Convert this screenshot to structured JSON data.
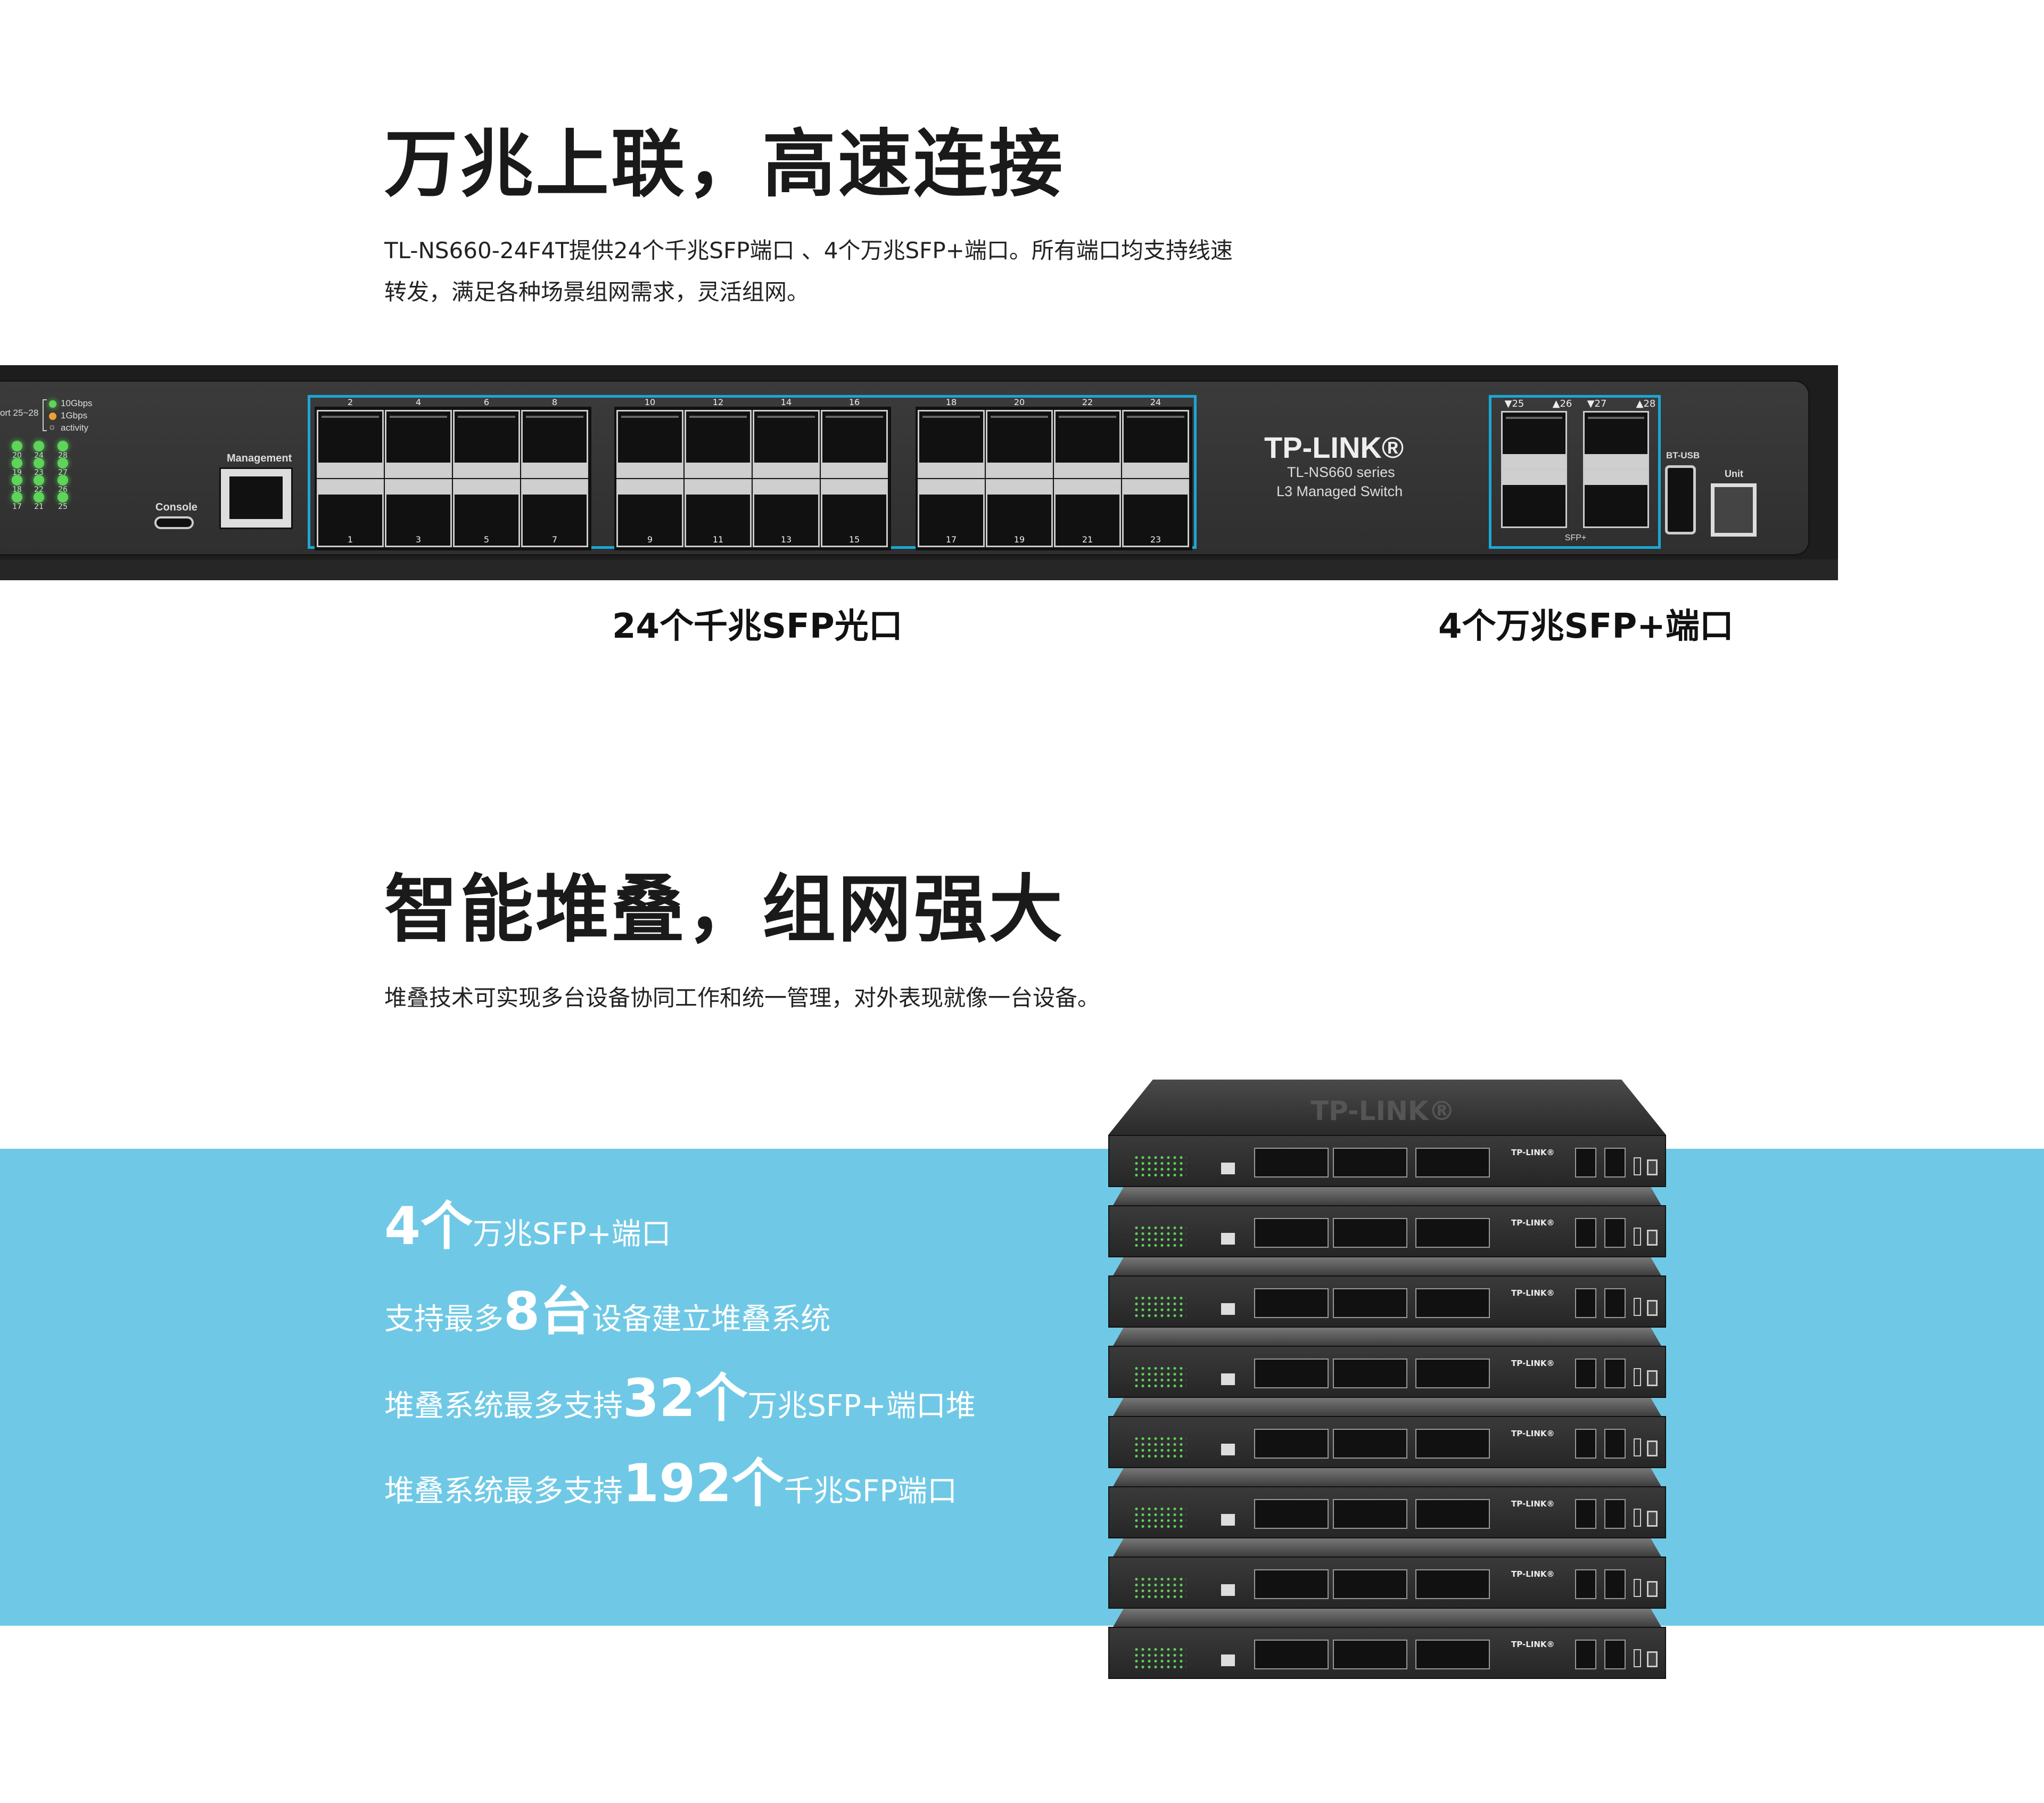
{
  "section1": {
    "title": "万兆上联，高速连接",
    "paragraph": [
      "TL-NS660-24F4T提供24个千兆SFP端口 、4个万兆SFP+端口。所有端口均支持线速",
      "转发，满足各种场景组网需求，灵活组网。"
    ],
    "label_sfp": "24个千兆SFP光口",
    "label_sfpplus": "4个万兆SFP+端口"
  },
  "switch": {
    "legend_port": "ort 25~28",
    "legend": [
      "10Gbps",
      "1Gbps",
      "activity"
    ],
    "led_numbers": [
      [
        "20",
        "24",
        "28"
      ],
      [
        "19",
        "23",
        "27"
      ],
      [
        "18",
        "22",
        "26"
      ],
      [
        "17",
        "21",
        "25"
      ]
    ],
    "console": "Console",
    "management": "Management",
    "brand": "TP-LINK®",
    "series": "TL-NS660 series",
    "model": "L3 Managed Switch",
    "sfp_top": [
      "2",
      "4",
      "6",
      "8",
      "10",
      "12",
      "14",
      "16",
      "18",
      "20",
      "22",
      "24"
    ],
    "sfp_bottom": [
      "1",
      "3",
      "5",
      "7",
      "9",
      "11",
      "13",
      "15",
      "17",
      "19",
      "21",
      "23"
    ],
    "sfpplus_ports": [
      "▼25",
      "▲26",
      "▼27",
      "▲28"
    ],
    "sfpplus_label": "SFP+",
    "usb": "BT-USB",
    "unit": "Unit",
    "colors": {
      "highlight": "#1aa7d6",
      "led_green": "#5fd35a",
      "led_orange": "#f0a030"
    }
  },
  "section2": {
    "title": "智能堆叠，组网强大",
    "paragraph": "堆叠技术可实现多台设备协同工作和统一管理，对外表现就像一台设备。",
    "band_color": "#6fc9e6",
    "features": [
      {
        "pre": "",
        "num": "4个",
        "post": "万兆SFP+端口"
      },
      {
        "pre": "支持最多",
        "num": "8台",
        "post": "设备建立堆叠系统"
      },
      {
        "pre": "堆叠系统最多支持",
        "num": "32个",
        "post": "万兆SFP+端口堆"
      },
      {
        "pre": "堆叠系统最多支持",
        "num": "192个",
        "post": "千兆SFP端口"
      }
    ],
    "stack_units": 8,
    "stack_brand": "TP-LINK®"
  }
}
